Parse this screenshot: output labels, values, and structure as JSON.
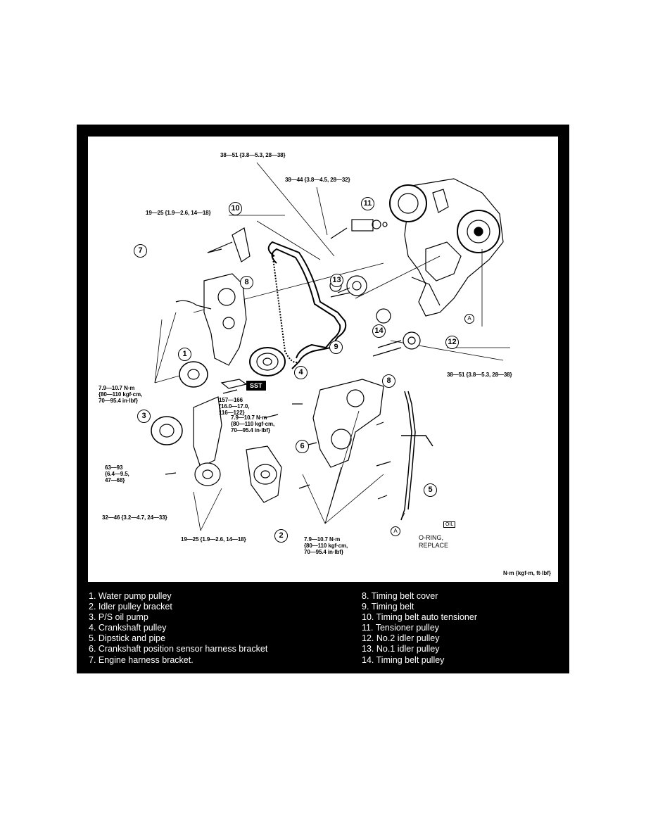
{
  "torque_labels": {
    "t_top_38_51": "38—51 {3.8—5.3, 28—38}",
    "t_38_44": "38—44 {3.8—4.5, 28—32}",
    "t_19_25_top": "19—25 {1.9—2.6, 14—18}",
    "t_7_9_left": "7.9—10.7 N·m\n{80—110 kgf·cm,\n70—95.4 in·lbf}",
    "t_157_166": "157—166\n{16.0—17.0,\n116—122}",
    "t_7_9_mid": "7.9—10.7 N·m\n{80—110 kgf·cm,\n70—95.4 in·lbf}",
    "t_63_93": "63—93\n{6.4—9.5,\n47—68}",
    "t_32_46": "32—46 {3.2—4.7, 24—33}",
    "t_19_25_bottom": "19—25 {1.9—2.6, 14—18}",
    "t_7_9_bottom": "7.9—10.7 N·m\n{80—110 kgf·cm,\n70—95.4 in·lbf}",
    "t_38_51_right": "38—51 {3.8—5.3, 28—38}"
  },
  "callouts": {
    "c1": "1",
    "c2": "2",
    "c3": "3",
    "c4": "4",
    "c5": "5",
    "c6": "6",
    "c7": "7",
    "c8a": "8",
    "c8b": "8",
    "c10": "10",
    "c11": "11",
    "c12": "12",
    "c13": "13",
    "c14": "14",
    "ca1": "A",
    "ca2": "A"
  },
  "sst_label": "SST",
  "oil_label": "OIL",
  "oring_label": "O-RING,\nREPLACE",
  "units_label": "N·m {kgf·m, ft·lbf}",
  "legend_left": [
    "1. Water pump pulley",
    "2. Idler pulley bracket",
    "3. P/S oil pump",
    "4. Crankshaft pulley",
    "5. Dipstick and pipe",
    "6. Crankshaft position sensor harness bracket",
    "7. Engine harness bracket."
  ],
  "legend_right": [
    "8. Timing belt cover",
    "9. Timing belt",
    "10. Timing belt auto tensioner",
    "11. Tensioner pulley",
    "12. No.2 idler pulley",
    "13. No.1 idler pulley",
    "14. Timing belt pulley"
  ]
}
